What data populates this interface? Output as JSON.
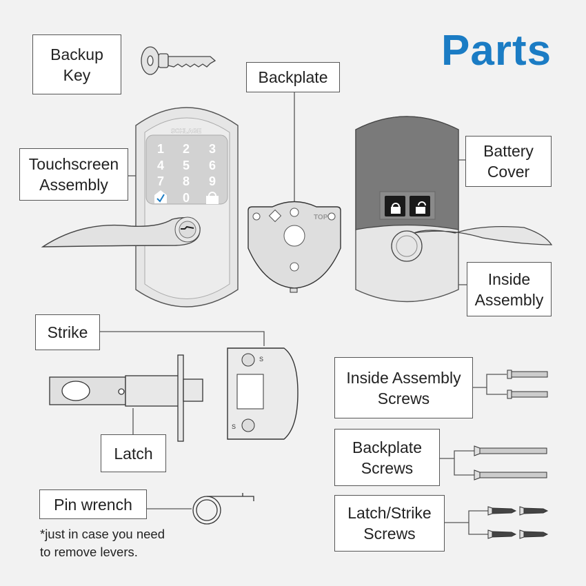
{
  "title": "Parts",
  "accent_color": "#1b7cc4",
  "labels": {
    "backup_key": "Backup\nKey",
    "backplate": "Backplate",
    "touchscreen": "Touchscreen\nAssembly",
    "battery_cover": "Battery\nCover",
    "inside_assembly": "Inside\nAssembly",
    "strike": "Strike",
    "latch": "Latch",
    "inside_assembly_screws": "Inside Assembly\nScrews",
    "backplate_screws": "Backplate\nScrews",
    "latch_strike_screws": "Latch/Strike\nScrews",
    "pin_wrench": "Pin wrench"
  },
  "footnote": "*just in case you need\nto remove levers.",
  "keypad": {
    "brand": "SCHLAGE",
    "keys": [
      "1",
      "2",
      "3",
      "4",
      "5",
      "6",
      "7",
      "8",
      "9",
      "0"
    ]
  },
  "backplate_mark": "TOP",
  "strike_marks": [
    "S",
    "S"
  ]
}
